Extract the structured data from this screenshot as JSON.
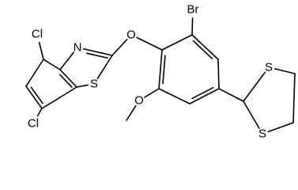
{
  "molecule": {
    "atoms": [
      {
        "id": "cl1",
        "symbol": "Cl"
      },
      {
        "id": "cl2",
        "symbol": "Cl"
      },
      {
        "id": "n1",
        "symbol": "N"
      },
      {
        "id": "s1",
        "symbol": "S"
      },
      {
        "id": "o1",
        "symbol": "O"
      },
      {
        "id": "o2",
        "symbol": "O"
      },
      {
        "id": "br1",
        "symbol": "Br"
      },
      {
        "id": "s2",
        "symbol": "S"
      },
      {
        "id": "s3",
        "symbol": "S"
      }
    ]
  }
}
